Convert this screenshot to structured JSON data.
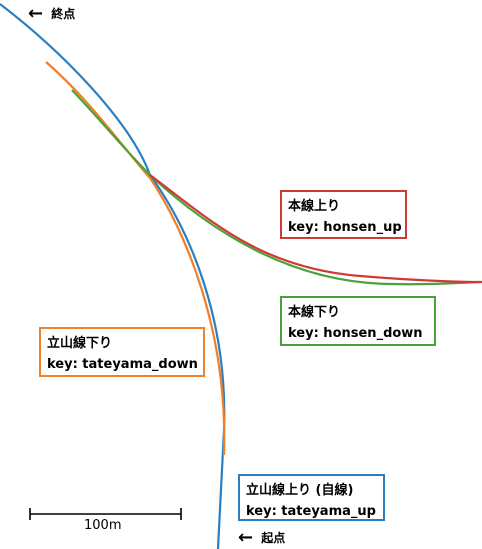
{
  "colors": {
    "honsen_up": "#d03a35",
    "honsen_down": "#4aa23a",
    "tateyama_down": "#f07f2a",
    "tateyama_up": "#2b7fc0",
    "ink": "#000000"
  },
  "markers": {
    "end": {
      "arrow": "←",
      "label": "終点"
    },
    "start": {
      "arrow": "←",
      "label": "起点"
    }
  },
  "tracks": [
    {
      "id": "honsen_up",
      "title": "本線上り",
      "key": "key: honsen_up",
      "color": "#d03a35"
    },
    {
      "id": "honsen_down",
      "title": "本線下り",
      "key": "key: honsen_down",
      "color": "#4aa23a"
    },
    {
      "id": "tateyama_down",
      "title": "立山線下り",
      "key": "key: tateyama_down",
      "color": "#f07f2a"
    },
    {
      "id": "tateyama_up",
      "title": "立山線上り (自線)",
      "key": "key: tateyama_up",
      "color": "#2b7fc0"
    }
  ],
  "scale_bar": {
    "label": "100m"
  }
}
